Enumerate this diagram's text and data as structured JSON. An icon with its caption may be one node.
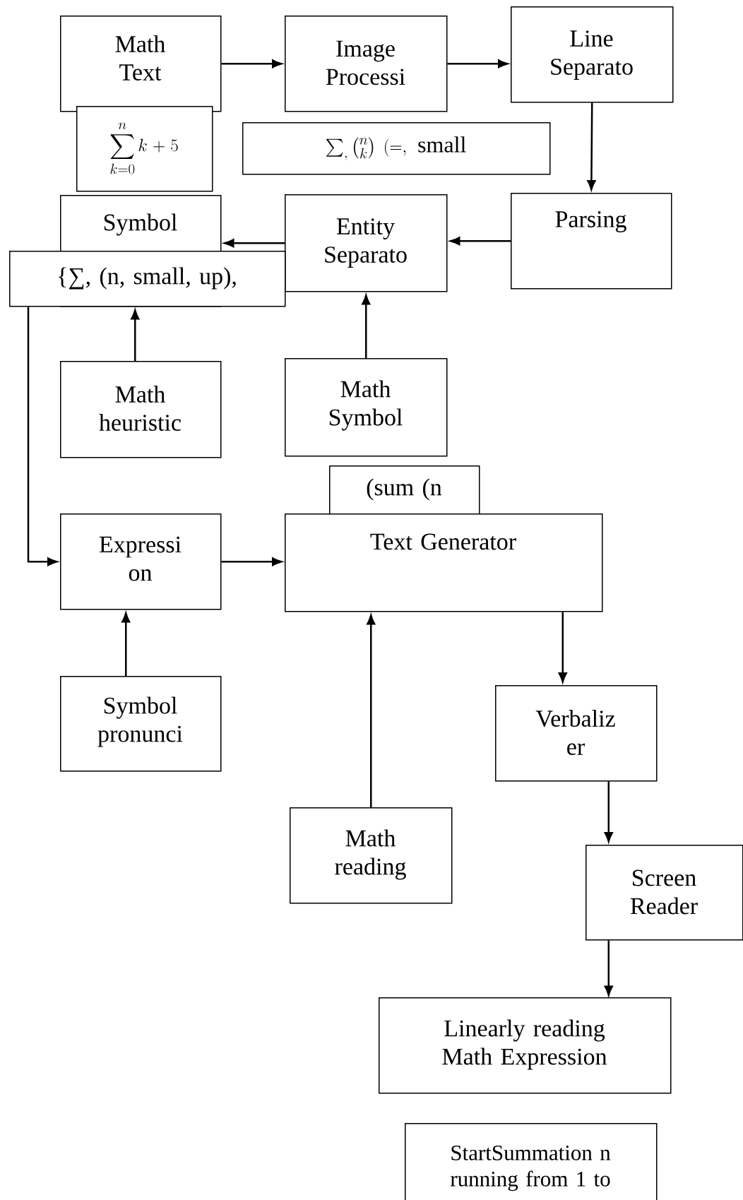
{
  "diagram": {
    "nodes": [
      {
        "text": [
          "Math Text"
        ]
      },
      {
        "text": [
          "Image Processi"
        ]
      },
      {
        "text": [
          "Line Separato"
        ]
      },
      {
        "text": [
          "\\sum_{k=0}^{n} k+5"
        ]
      },
      {
        "text": [
          "\\sum_{,}\\binom{n}{k}\\ (=,\\ \\mathrm{small}"
        ]
      },
      {
        "text": [
          "Parsing"
        ]
      },
      {
        "text": [
          "Entity Separato"
        ]
      },
      {
        "text": [
          "Symbol"
        ]
      },
      {
        "text": [
          "{∑, (n, small, up),"
        ]
      },
      {
        "text": [
          "Math heuristic"
        ]
      },
      {
        "text": [
          "Math Symbol"
        ]
      },
      {
        "text": [
          "(sum (n"
        ]
      },
      {
        "text": [
          "Text Generator"
        ]
      },
      {
        "text": [
          "Expressi on"
        ]
      },
      {
        "text": [
          "Symbol pronunci"
        ]
      },
      {
        "text": [
          "Verbaliz er"
        ]
      },
      {
        "text": [
          "Math reading"
        ]
      },
      {
        "text": [
          "Screen Reader"
        ]
      },
      {
        "text": [
          "Linearly reading Math Expression"
        ]
      },
      {
        "text": [
          "StartSummation n running from 1 to"
        ]
      }
    ],
    "edges": [
      {
        "from": 0,
        "to": 1,
        "arrow": "to"
      },
      {
        "from": 1,
        "to": 2,
        "arrow": "to"
      },
      {
        "from": 2,
        "to": 5,
        "arrow": "to"
      },
      {
        "from": 5,
        "to": 6,
        "arrow": "to"
      },
      {
        "from": 6,
        "to": 7,
        "arrow": "to"
      },
      {
        "from": 9,
        "to": 7,
        "arrow": "to"
      },
      {
        "from": 10,
        "to": 6,
        "arrow": "to"
      },
      {
        "from": 8,
        "to": 13,
        "arrow": "to"
      },
      {
        "from": 13,
        "to": 12,
        "arrow": "to"
      },
      {
        "from": 14,
        "to": 13,
        "arrow": "to"
      },
      {
        "from": 16,
        "to": 12,
        "arrow": "to"
      },
      {
        "from": 12,
        "to": 15,
        "arrow": "to"
      },
      {
        "from": 15,
        "to": 17,
        "arrow": "to"
      },
      {
        "from": 17,
        "to": 18,
        "arrow": "to"
      }
    ]
  }
}
